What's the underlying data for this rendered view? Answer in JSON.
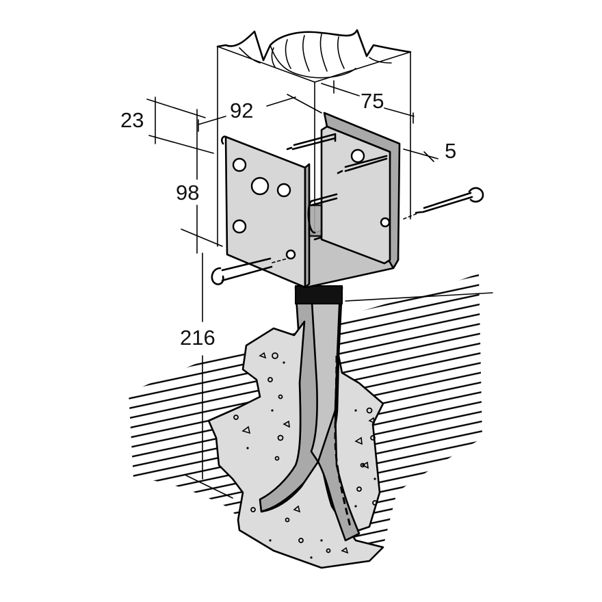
{
  "dimensions": [
    {
      "id": "width",
      "label": "92"
    },
    {
      "id": "depth",
      "label": "75"
    },
    {
      "id": "top",
      "label": "23"
    },
    {
      "id": "thickness",
      "label": "5"
    },
    {
      "id": "bracket-height",
      "label": "98"
    },
    {
      "id": "spike-length",
      "label": "216"
    }
  ]
}
